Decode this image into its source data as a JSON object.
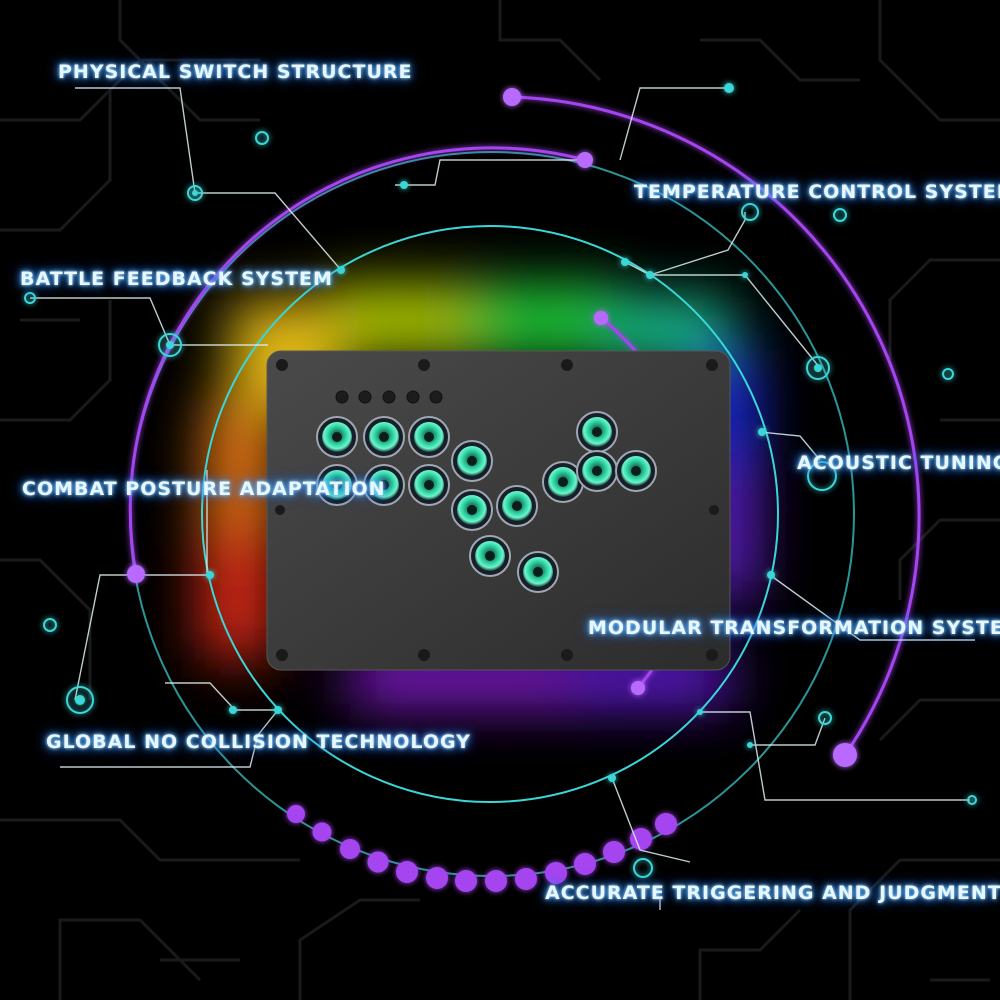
{
  "features": [
    "PHYSICAL SWITCH STRUCTURE",
    "TEMPERATURE CONTROL SYSTEM",
    "BATTLE FEEDBACK SYSTEM",
    "ACOUSTIC TUNING",
    "COMBAT POSTURE ADAPTATION",
    "MODULAR TRANSFORMATION SYSTEM",
    "GLOBAL NO COLLISION TECHNOLOGY",
    "ACCURATE TRIGGERING AND JUDGMENT"
  ],
  "colors": {
    "background": "#000000",
    "circuit": "#1a1a1a",
    "ring_cyan": "#3ad6d8",
    "arc_purple": "#a445f0",
    "controller_body": "#3a3a3a",
    "button_glow": "#3ff0c0",
    "label_glow": "#3fa8ff"
  },
  "icons": {
    "controller": "leverless-arcade-controller-icon",
    "node": "glowing-node-icon"
  }
}
